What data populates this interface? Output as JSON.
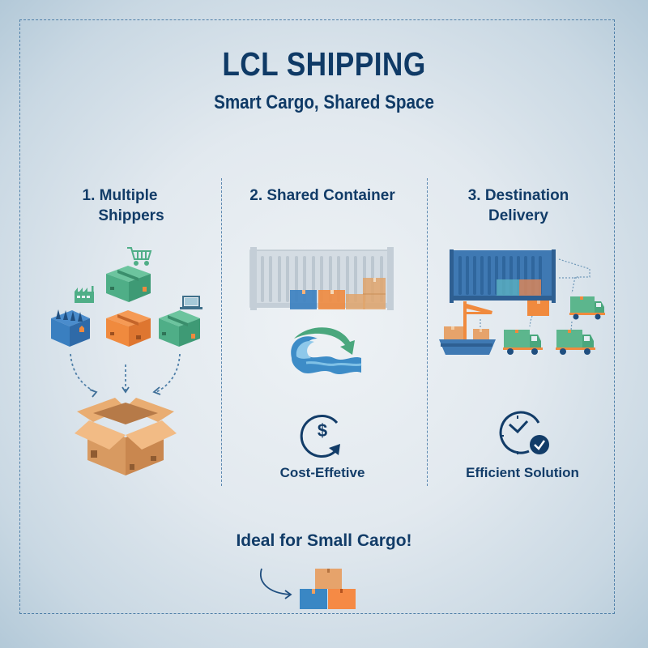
{
  "header": {
    "title": "LCL SHIPPING",
    "subtitle": "Smart Cargo, Shared Space"
  },
  "columns": [
    {
      "step": 1,
      "heading_line1": "1. Multiple",
      "heading_line2": "Shippers",
      "icons": [
        "factory-icon",
        "shopping-cart-icon",
        "laptop-icon",
        "box-icon",
        "open-box-icon"
      ]
    },
    {
      "step": 2,
      "heading": "2. Shared Container",
      "feature_label": "Cost-Effetive",
      "icons": [
        "shipping-container-icon",
        "wave-icon",
        "arrow-icon",
        "dollar-cycle-icon"
      ]
    },
    {
      "step": 3,
      "heading_line1": "3. Destination",
      "heading_line2": "Delivery",
      "feature_label": "Efficient Solution",
      "icons": [
        "shipping-container-icon",
        "crane-icon",
        "ship-icon",
        "delivery-truck-icon",
        "clock-check-icon"
      ]
    }
  ],
  "footer": {
    "tagline": "Ideal for Small Cargo!",
    "icons": [
      "curved-arrow-icon",
      "stacked-boxes-icon"
    ]
  },
  "colors": {
    "navy": "#0f3a66",
    "blue_box": "#3a7fc0",
    "orange_box": "#f08a3e",
    "green_box": "#52b08a",
    "cardboard": "#e0a56c",
    "container_gray": "#c9d3db",
    "container_blue": "#3f79b3"
  }
}
